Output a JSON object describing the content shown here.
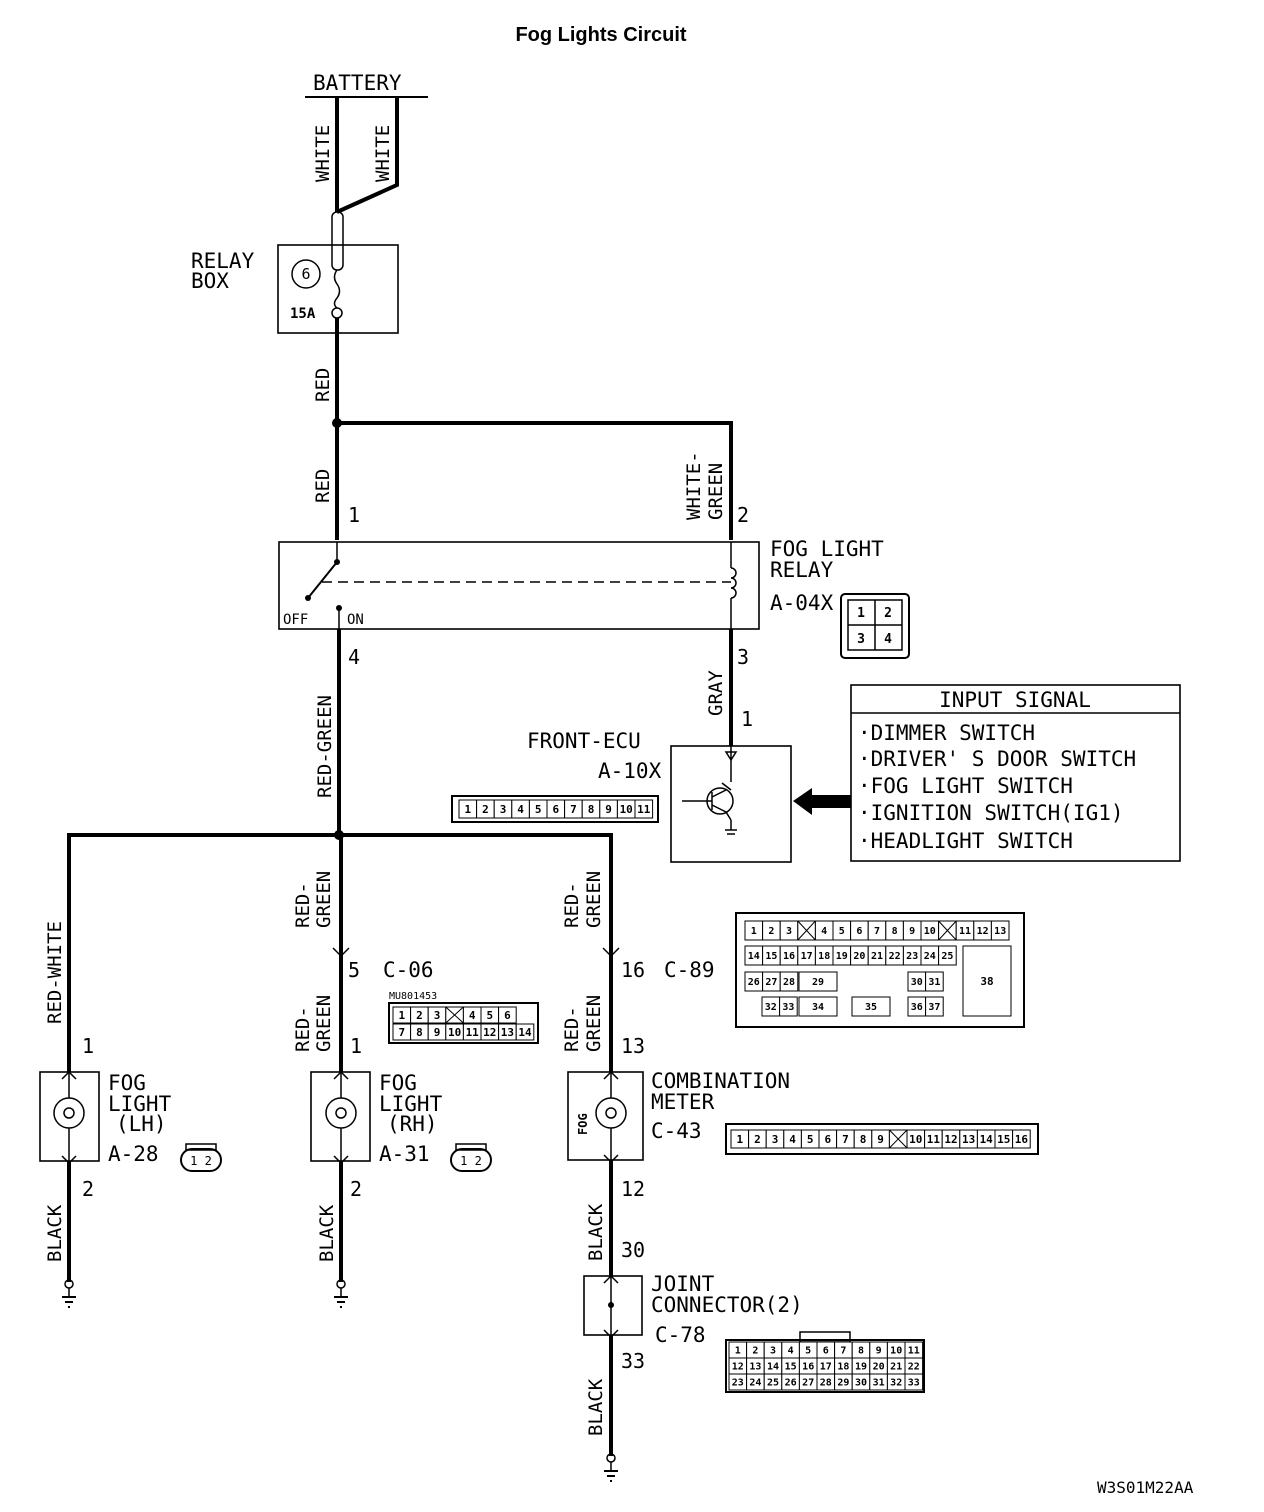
{
  "title": "Fog Lights Circuit",
  "footer_code": "W3S01M22AA",
  "battery": {
    "label": "BATTERY",
    "wire_left": "WHITE",
    "wire_right": "WHITE"
  },
  "relay_box": {
    "label_1": "RELAY",
    "label_2": "BOX",
    "fuse_no": "6",
    "fuse_rating": "15A"
  },
  "wires": {
    "red_top": "RED",
    "red_lower": "RED",
    "white_green_1": "WHITE-",
    "white_green_2": "GREEN",
    "red_green_main": "RED-GREEN",
    "gray": "GRAY",
    "red_white": "RED-WHITE",
    "black": "BLACK"
  },
  "fog_relay": {
    "label_1": "FOG LIGHT",
    "label_2": "RELAY",
    "connector": "A-04X",
    "off": "OFF",
    "on": "ON",
    "pin1": "1",
    "pin2": "2",
    "pin3": "3",
    "pin4": "4",
    "pins": [
      "1",
      "2",
      "3",
      "4"
    ]
  },
  "front_ecu": {
    "label": "FRONT-ECU",
    "connector": "A-10X",
    "pin": "1",
    "pins": [
      "1",
      "2",
      "3",
      "4",
      "5",
      "6",
      "7",
      "8",
      "9",
      "10",
      "11"
    ]
  },
  "input_signal": {
    "header": "INPUT SIGNAL",
    "items": [
      "·DIMMER SWITCH",
      "·DRIVER' S DOOR SWITCH",
      "·FOG LIGHT SWITCH",
      "·IGNITION SWITCH(IG1)",
      "·HEADLIGHT SWITCH"
    ]
  },
  "c06": {
    "pin": "5",
    "connector": "C-06",
    "part_no": "MU801453",
    "row1": [
      "1",
      "2",
      "3",
      "",
      "4",
      "5",
      "6"
    ],
    "row2": [
      "7",
      "8",
      "9",
      "10",
      "11",
      "12",
      "13",
      "14"
    ]
  },
  "c89": {
    "pin": "16",
    "connector": "C-89",
    "row1": [
      "1",
      "2",
      "3",
      "",
      "4",
      "5",
      "6",
      "7",
      "8",
      "9",
      "10",
      "",
      "11",
      "12",
      "13"
    ],
    "row2": [
      "14",
      "15",
      "16",
      "17",
      "18",
      "19",
      "20",
      "21",
      "22",
      "23",
      "24",
      "25"
    ],
    "row3": [
      "26",
      "27",
      "28",
      "29",
      "30",
      "31"
    ],
    "row4": [
      "32",
      "33",
      "34",
      "35",
      "36",
      "37"
    ],
    "big": "38"
  },
  "fog_lh": {
    "label_1": "FOG",
    "label_2": "LIGHT",
    "label_3": "(LH)",
    "connector": "A-28",
    "pin_in": "1",
    "pin_out": "2",
    "plug": "1 2"
  },
  "fog_rh": {
    "label_1": "FOG",
    "label_2": "LIGHT",
    "label_3": "(RH)",
    "connector": "A-31",
    "pin_in": "1",
    "pin_out": "2",
    "plug": "1 2"
  },
  "combination_meter": {
    "label_1": "COMBINATION",
    "label_2": "METER",
    "connector": "C-43",
    "lamp": "FOG",
    "pin_in": "13",
    "pin_out": "12",
    "pins": [
      "1",
      "2",
      "3",
      "4",
      "5",
      "6",
      "7",
      "8",
      "9",
      "",
      "10",
      "11",
      "12",
      "13",
      "14",
      "15",
      "16"
    ]
  },
  "joint_connector": {
    "label_1": "JOINT",
    "label_2": "CONNECTOR(2)",
    "connector": "C-78",
    "pin_in": "30",
    "pin_out": "33",
    "row1": [
      "1",
      "2",
      "3",
      "4",
      "5",
      "6",
      "7",
      "8",
      "9",
      "10",
      "11"
    ],
    "row2": [
      "12",
      "13",
      "14",
      "15",
      "16",
      "17",
      "18",
      "19",
      "20",
      "21",
      "22"
    ],
    "row3": [
      "23",
      "24",
      "25",
      "26",
      "27",
      "28",
      "29",
      "30",
      "31",
      "32",
      "33"
    ]
  }
}
